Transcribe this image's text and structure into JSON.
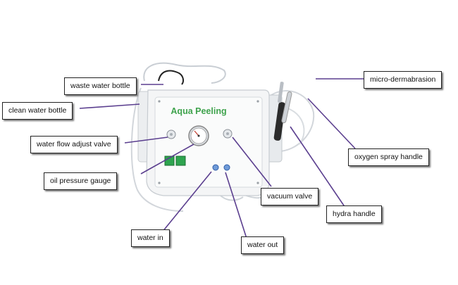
{
  "device": {
    "brand_text": "Aqua Peeling",
    "brand_color": "#3fa34d",
    "body_color": "#f4f5f6",
    "switch_color": "#2ea44f",
    "leader_color": "#5b3f8f"
  },
  "callouts": [
    {
      "id": "waste-water-bottle",
      "text": "waste water bottle"
    },
    {
      "id": "clean-water-bottle",
      "text": "clean water bottle"
    },
    {
      "id": "water-flow-adjust-valve",
      "text": "water flow adjust valve"
    },
    {
      "id": "oil-pressure-gauge",
      "text": "oil pressure gauge"
    },
    {
      "id": "micro-dermabrasion",
      "text": "micro-dermabrasion"
    },
    {
      "id": "oxygen-spray-handle",
      "text": "oxygen spray handle"
    },
    {
      "id": "vacuum-valve",
      "text": "vacuum valve"
    },
    {
      "id": "hydra-handle",
      "text": "hydra handle"
    },
    {
      "id": "water-in",
      "text": "water in"
    },
    {
      "id": "water-out",
      "text": "water out"
    }
  ]
}
